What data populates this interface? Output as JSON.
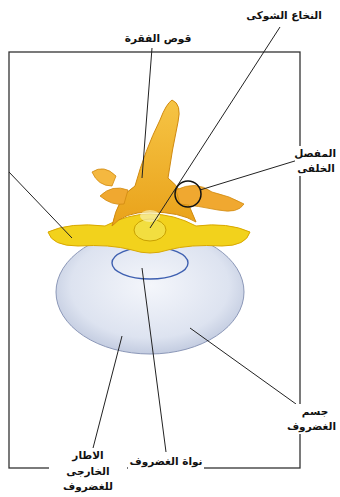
{
  "diagram": {
    "labels": [
      "النخاع الشوكى",
      "قوص الفقرة",
      "المفصل الخلفى",
      "جسم الغضروف",
      "نواة الغضروف",
      "الاطار الخارجى للغضروف"
    ]
  }
}
